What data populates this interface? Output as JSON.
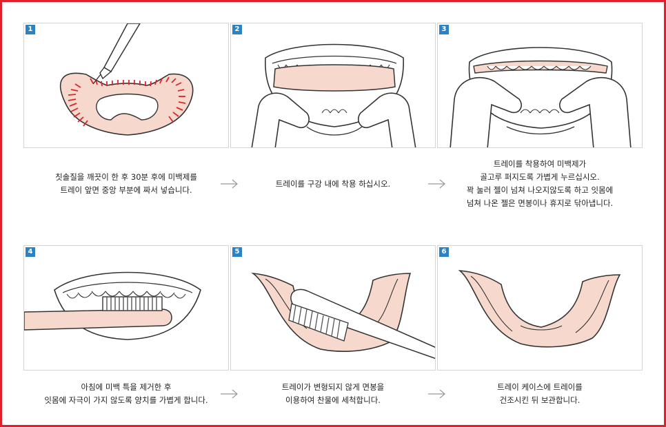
{
  "colors": {
    "frame": "#e0202c",
    "badge": "#2d82c4",
    "tray": "#f6d9cc",
    "gel_marks": "#d9262c"
  },
  "steps": [
    {
      "number": "1",
      "lines": [
        "칫솔질을 깨끗이 한 후 30분 후에 미백제를",
        "트레이 앞면 중앙 부분에 짜서 넣습니다."
      ]
    },
    {
      "number": "2",
      "lines": [
        "트레이를 구강 내에 착용 하십시오."
      ]
    },
    {
      "number": "3",
      "lines": [
        "트레이를 착용하여 미백제가",
        "골고루 퍼지도록 가볍게 누르십시오.",
        "꽉 눌러 젤이 넘쳐 나오지않도록 하고 잇몸에",
        "넘쳐 나온 젤은 면봉이나 휴지로 닦아냅니다."
      ]
    },
    {
      "number": "4",
      "lines": [
        "아침에 미백 특을 제거한 후",
        "잇몸에 자극이 가지 않도록 양치를 가볍게 합니다."
      ]
    },
    {
      "number": "5",
      "lines": [
        "트레이가 변형되지 않게 면봉을",
        "이용하여 찬물에 세척합니다."
      ]
    },
    {
      "number": "6",
      "lines": [
        "트레이 케이스에 트레이를",
        "건조시킨 뒤 보관합니다."
      ]
    }
  ],
  "icons": [
    "arrow-right-icon"
  ]
}
